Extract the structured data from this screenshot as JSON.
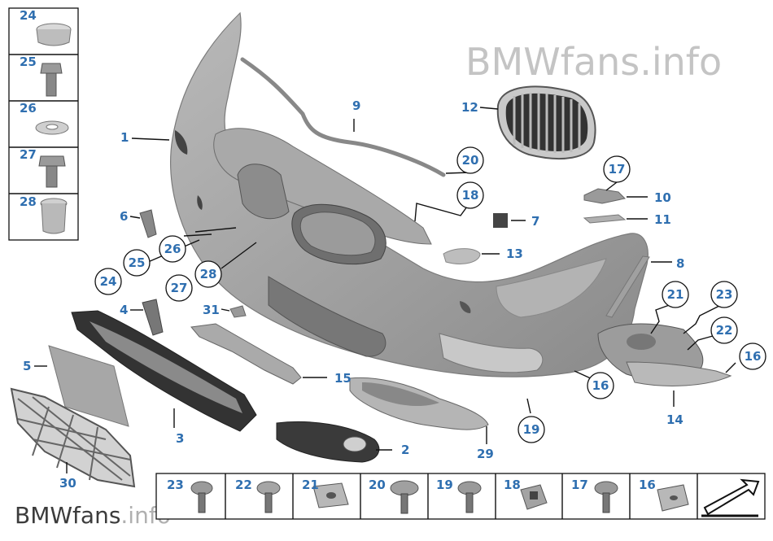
{
  "watermark_top": "BMWfans.info",
  "watermark_bottom_prefix": "BMWfans",
  "watermark_bottom_suffix": ".info",
  "colors": {
    "label": "#2f6fb0",
    "part_body": "#9c9c9c",
    "part_dark": "#3a3a3a"
  },
  "side_panel": [
    "24",
    "25",
    "26",
    "27",
    "28"
  ],
  "bottom_panel": [
    "23",
    "22",
    "21",
    "20",
    "19",
    "18",
    "17",
    "16"
  ],
  "labels": {
    "l1": "1",
    "l2": "2",
    "l3": "3",
    "l4": "4",
    "l5": "5",
    "l6": "6",
    "l7": "7",
    "l8": "8",
    "l9": "9",
    "l10": "10",
    "l11": "11",
    "l12": "12",
    "l13": "13",
    "l14": "14",
    "l15": "15",
    "l29": "29",
    "l30": "30",
    "l31": "31"
  },
  "circled": {
    "c20": "20",
    "c18": "18",
    "c17": "17",
    "c21": "21",
    "c23": "23",
    "c22": "22",
    "c16a": "16",
    "c16b": "16",
    "c19": "19",
    "c24": "24",
    "c25": "25",
    "c26": "26",
    "c27": "27",
    "c28": "28"
  },
  "icons": [
    "bumper-cover",
    "grille",
    "arrow-next"
  ]
}
